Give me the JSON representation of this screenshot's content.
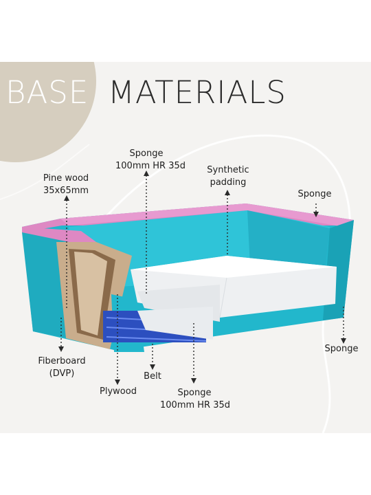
{
  "title": {
    "word1": "BASE",
    "word2": "MATERIALS"
  },
  "labels": {
    "sponge_top_1": "Sponge",
    "sponge_top_2": "100mm HR 35d",
    "pine_1": "Pine wood",
    "pine_2": "35x65mm",
    "synthetic_1": "Synthetic",
    "synthetic_2": "padding",
    "sponge_right_top": "Sponge",
    "sponge_right_bottom": "Sponge",
    "fiberboard_1": "Fiberboard",
    "fiberboard_2": "(DVP)",
    "belt": "Belt",
    "plywood": "Plywood",
    "sponge_bottom_1": "Sponge",
    "sponge_bottom_2": "100mm HR 35d"
  },
  "colors": {
    "beige_circle": "#d6cebf",
    "teal_foam": "#22b7cc",
    "pink_top": "#de88c3",
    "wood": "#c9ad8c",
    "padding": "#eef0f2",
    "belt": "#3c5fd6"
  }
}
